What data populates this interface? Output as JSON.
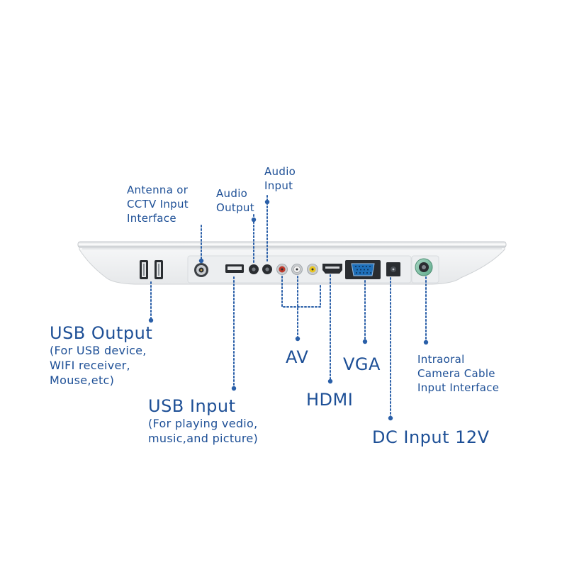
{
  "labels": {
    "antenna": [
      "Antenna or",
      "CCTV Input",
      "Interface"
    ],
    "audio_output": [
      "Audio",
      "Output"
    ],
    "audio_input": [
      "Audio",
      "Input"
    ],
    "usb_output_title": "USB Output",
    "usb_output_desc": [
      "(For USB device,",
      "WIFI receiver,",
      "Mouse,etc)"
    ],
    "usb_input_title": "USB Input",
    "usb_input_desc": [
      "(For playing vedio,",
      "music,and picture)"
    ],
    "av": "AV",
    "hdmi": "HDMI",
    "vga": "VGA",
    "dc_input": "DC Input 12V",
    "intraoral": [
      "Intraoral",
      "Camera Cable",
      "Input Interface"
    ]
  },
  "colors": {
    "label_blue": "#1d4f96",
    "leader_blue": "#2a5fa8",
    "device_body": "#f4f5f6"
  }
}
